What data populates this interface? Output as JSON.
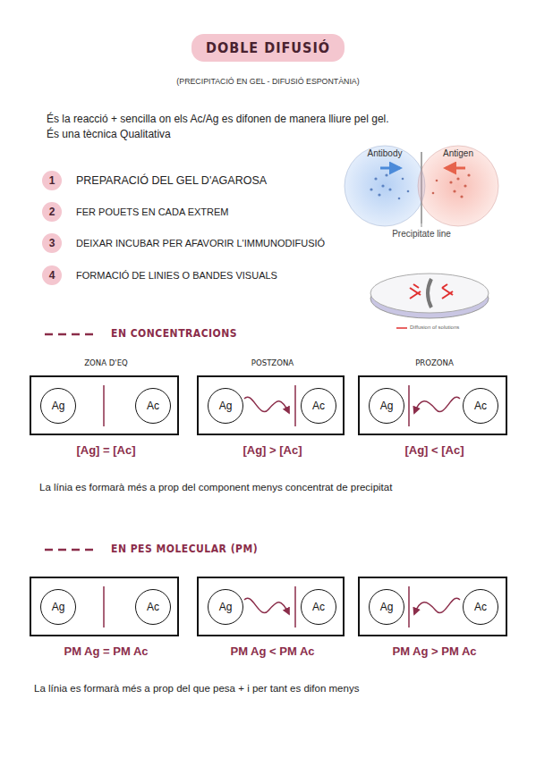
{
  "diagram": {
    "title": "DOBLE DIFUSIÓ",
    "nodes": [
      {
        "text": [
          "1",
          "PREPARACIÓ DEL GEL D'AGAROSA"
        ]
      },
      {
        "text": [
          "2",
          "FER POUETS EN CADA EXTREM"
        ]
      },
      {
        "text": [
          "3",
          "DEIXAR INCUBAR PER AFAVORIR L'IMMUNODIFUSIÓ"
        ]
      },
      {
        "text": [
          "4",
          "FORMACIÓ DE LINIES O BANDES VISUALS"
        ]
      },
      {
        "text": [
          "Antibody"
        ]
      },
      {
        "text": [
          "Antigen"
        ]
      },
      {
        "text": [
          "ZONA D'EQ",
          "[Ag] = [Ac]"
        ]
      },
      {
        "text": [
          "Ag"
        ],
        "in": 6
      },
      {
        "text": [
          "Ac"
        ],
        "in": 6
      },
      {
        "text": [
          "POSTZONA",
          "[Ag] > [Ac]"
        ]
      },
      {
        "text": [
          "Ag"
        ],
        "in": 9
      },
      {
        "text": [
          "Ac"
        ],
        "in": 9
      },
      {
        "text": [
          "PROZONA",
          "[Ag] < [Ac]"
        ]
      },
      {
        "text": [
          "Ag"
        ],
        "in": 12
      },
      {
        "text": [
          "Ac"
        ],
        "in": 12
      },
      {
        "text": [
          "PM Ag = PM Ac"
        ]
      },
      {
        "text": [
          "Ag"
        ],
        "in": 15
      },
      {
        "text": [
          "Ac"
        ],
        "in": 15
      },
      {
        "text": [
          "PM Ag < PM Ac"
        ]
      },
      {
        "text": [
          "Ag"
        ],
        "in": 18
      },
      {
        "text": [
          "Ac"
        ],
        "in": 18
      },
      {
        "text": [
          "PM Ag > PM Ac"
        ]
      },
      {
        "text": [
          "Ag"
        ],
        "in": 21
      },
      {
        "text": [
          "Ac"
        ],
        "in": 21
      }
    ],
    "labels": [
      "(PRECIPITACIÓ EN GEL - DIFUSIÓ ESPONTÀNIA)",
      "És la reacció + sencilla on els Ac/Ag es difonen de manera lliure pel gel.",
      "És una tècnica Qualitativa",
      "Precipitate line",
      "Diffusion of solutions",
      "EN CONCENTRACIONS",
      "La línia es formarà més a prop del component menys concentrat de precipitat",
      "EN PES MOLECULAR (PM)",
      "La línia es formarà més a prop del que pesa + i per tant es difon menys"
    ]
  }
}
